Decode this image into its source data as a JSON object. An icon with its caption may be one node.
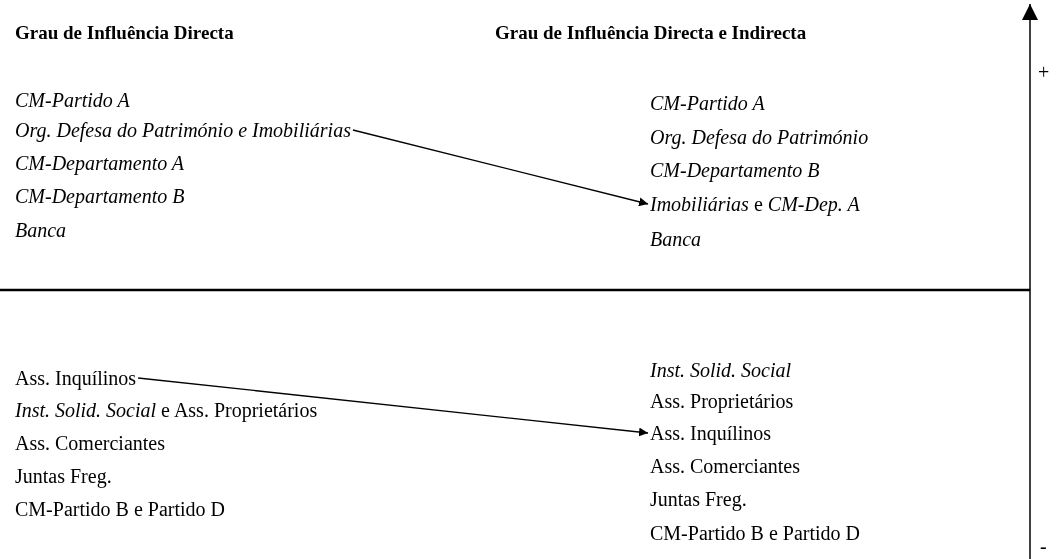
{
  "diagram": {
    "nodes": [
      {
        "text": [
          "Org. Defesa do Património e Imobiliárias"
        ]
      },
      {
        "text": [
          "*Imobiliárias* e *CM-Dep. A*"
        ]
      },
      {
        "text": [
          "Ass. Inquílinos"
        ]
      },
      {
        "text": [
          "Ass. Inquílinos"
        ]
      }
    ],
    "edges": [
      {
        "from": 0,
        "to": 1,
        "arrow": "to"
      },
      {
        "from": 2,
        "to": 3,
        "arrow": "to"
      }
    ],
    "labels": [
      "Grau de Influência Directa",
      "Grau de Influência Directa e Indirecta",
      "+",
      "CM-Partido A",
      "CM-Departamento A",
      "CM-Departamento B",
      "Banca",
      "CM-Partido A",
      "Org. Defesa do Património",
      "CM-Departamento B",
      "Banca",
      "*Inst. Solid. Social* e Ass. Proprietários",
      "Ass. Comerciantes",
      "Juntas Freg.",
      "CM-Partido B e Partido D",
      "Inst. Solid. Social",
      "Ass. Proprietários",
      "Ass. Comerciantes",
      "Juntas Freg.",
      "CM-Partido B e Partido D",
      "-"
    ]
  }
}
